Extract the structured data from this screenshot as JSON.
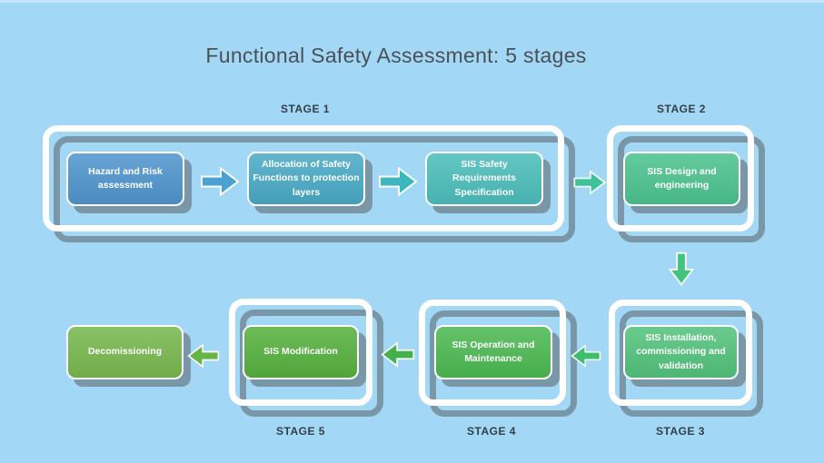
{
  "title": "Functional Safety Assessment: 5 stages",
  "stage_labels": {
    "stage1": "STAGE 1",
    "stage2": "STAGE 2",
    "stage3": "STAGE 3",
    "stage4": "STAGE 4",
    "stage5": "STAGE 5"
  },
  "nodes": {
    "hazard": {
      "text": "Hazard and Risk\nassessment",
      "color": "#4f94cd",
      "stage": "STAGE 1"
    },
    "allocation": {
      "text": "Allocation of Safety\nFunctions to protection\nlayers",
      "color": "#49a9c5",
      "stage": "STAGE 1"
    },
    "sis_requirements": {
      "text": "SIS Safety Requirements\nSpecification",
      "color": "#4bbdba",
      "stage": "STAGE 1"
    },
    "sis_design": {
      "text": "SIS Design and\nengineering",
      "color": "#4bc28e",
      "stage": "STAGE 2"
    },
    "sis_installation": {
      "text": "SIS Installation,\ncommissioning and\nvalidation",
      "color": "#52c27b",
      "stage": "STAGE 3"
    },
    "sis_operation": {
      "text": "SIS Operation and\nMaintenance",
      "color": "#4cb852",
      "stage": "STAGE 4"
    },
    "sis_modification": {
      "text": "SIS Modification",
      "color": "#55b03d",
      "stage": "STAGE 5"
    },
    "decommissioning": {
      "text": "Decomissioning",
      "color": "#77b74e",
      "stage": ""
    }
  },
  "arrows": [
    {
      "from": "hazard",
      "to": "allocation",
      "direction": "right",
      "color": "#4aa2d2"
    },
    {
      "from": "allocation",
      "to": "sis_requirements",
      "direction": "right",
      "color": "#3db6bd"
    },
    {
      "from": "sis_requirements",
      "to": "sis_design",
      "direction": "right",
      "color": "#3ec29b"
    },
    {
      "from": "sis_design",
      "to": "sis_installation",
      "direction": "down",
      "color": "#41c57c"
    },
    {
      "from": "sis_installation",
      "to": "sis_operation",
      "direction": "left",
      "color": "#3fbe6b"
    },
    {
      "from": "sis_operation",
      "to": "sis_modification",
      "direction": "left",
      "color": "#43b24a"
    },
    {
      "from": "sis_modification",
      "to": "decommissioning",
      "direction": "left",
      "color": "#66b348"
    }
  ],
  "palette": {
    "background": "#a2d8f5",
    "top_strip": "#c4e4f8",
    "frame_outline": "#ffffff",
    "shadow": "#7a97a8",
    "title_color": "#4b5056",
    "stage_label_color": "#333e46",
    "node_text_color": "#ffffff"
  }
}
